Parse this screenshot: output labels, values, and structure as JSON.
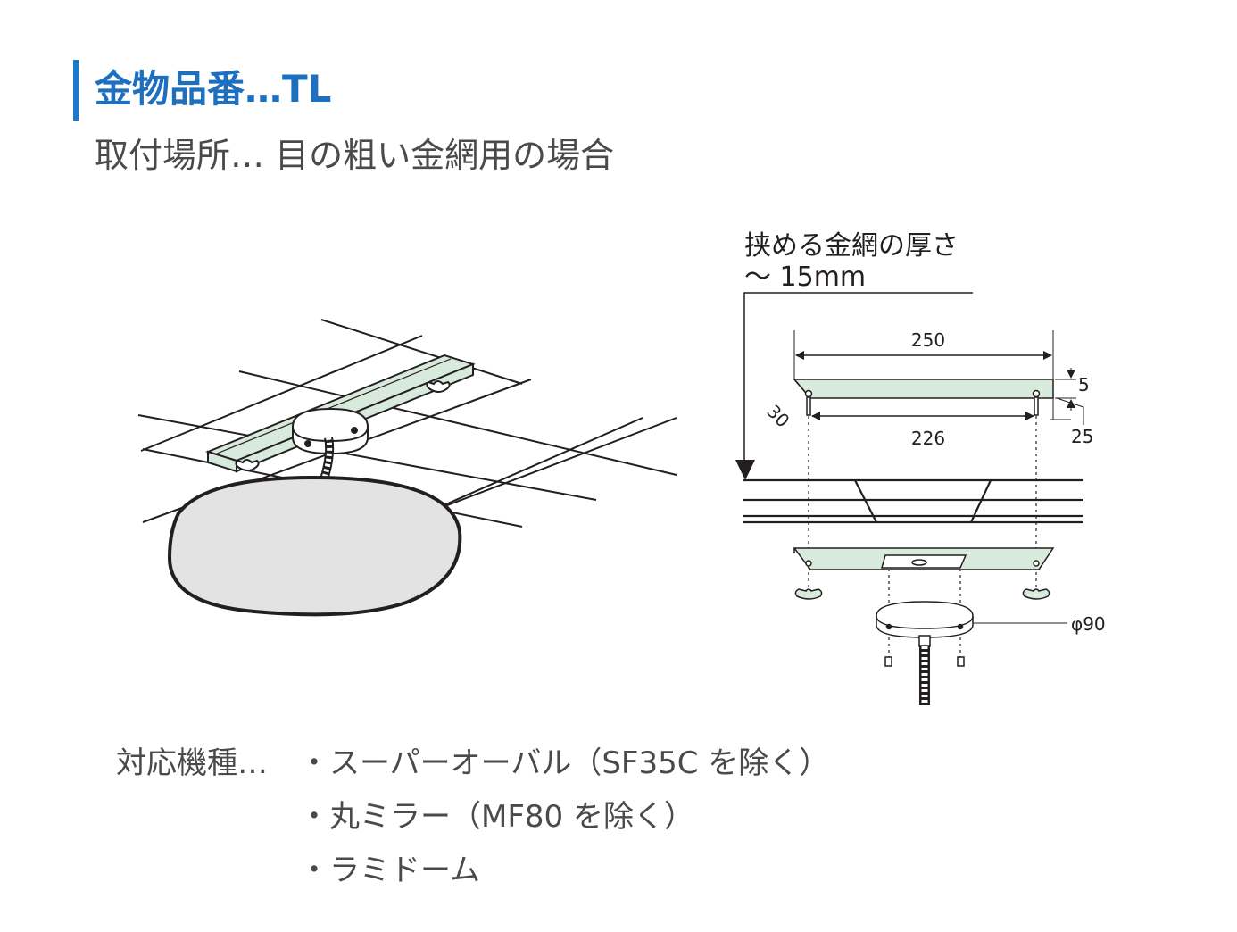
{
  "header": {
    "title": "金物品番…TL",
    "subtitle": "取付場所…  目の粗い金網用の場合"
  },
  "diagram": {
    "note_line1": "挟める金網の厚さ",
    "note_line2": "～ 15mm",
    "dim_width": "250",
    "dim_inner": "226",
    "dim_depth": "30",
    "dim_thickness": "5",
    "dim_height": "25",
    "dim_diameter": "φ90",
    "colors": {
      "plate": "#d7eadb",
      "shade": "#e3e3e3",
      "line": "#231f20",
      "accent": "#1f6fbf"
    }
  },
  "models": {
    "label": "対応機種…",
    "items": [
      "・スーパーオーバル（SF35C を除く）",
      "・丸ミラー（MF80 を除く）",
      "・ラミドーム"
    ]
  }
}
